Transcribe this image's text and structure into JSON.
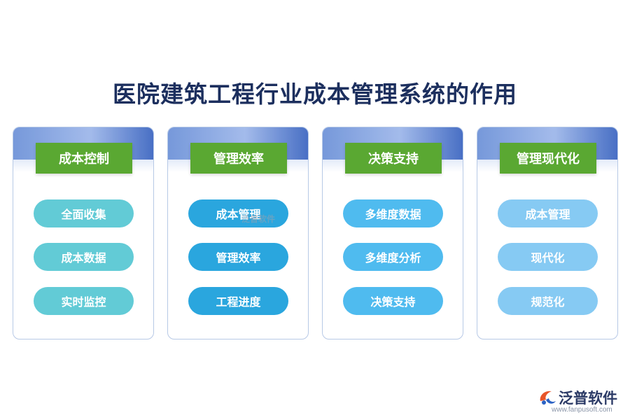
{
  "title": "医院建筑工程行业成本管理系统的作用",
  "cards": [
    {
      "header": "成本控制",
      "items": [
        "全面收集",
        "成本数据",
        "实时监控"
      ]
    },
    {
      "header": "管理效率",
      "items": [
        "成本管理",
        "管理效率",
        "工程进度"
      ]
    },
    {
      "header": "决策支持",
      "items": [
        "多维度数据",
        "多维度分析",
        "决策支持"
      ]
    },
    {
      "header": "管理现代化",
      "items": [
        "成本管理",
        "现代化",
        "规范化"
      ]
    }
  ],
  "watermark": "泛普软件",
  "logo": {
    "name": "泛普软件",
    "url": "www.fanpusoft.com"
  },
  "colors": {
    "header_green": "#5aa832",
    "title": "#1c2f5e",
    "pill_col1": "#62cbd6",
    "pill_col2": "#2aa6de",
    "pill_col3": "#4fbbef",
    "pill_col4": "#86caf3"
  }
}
